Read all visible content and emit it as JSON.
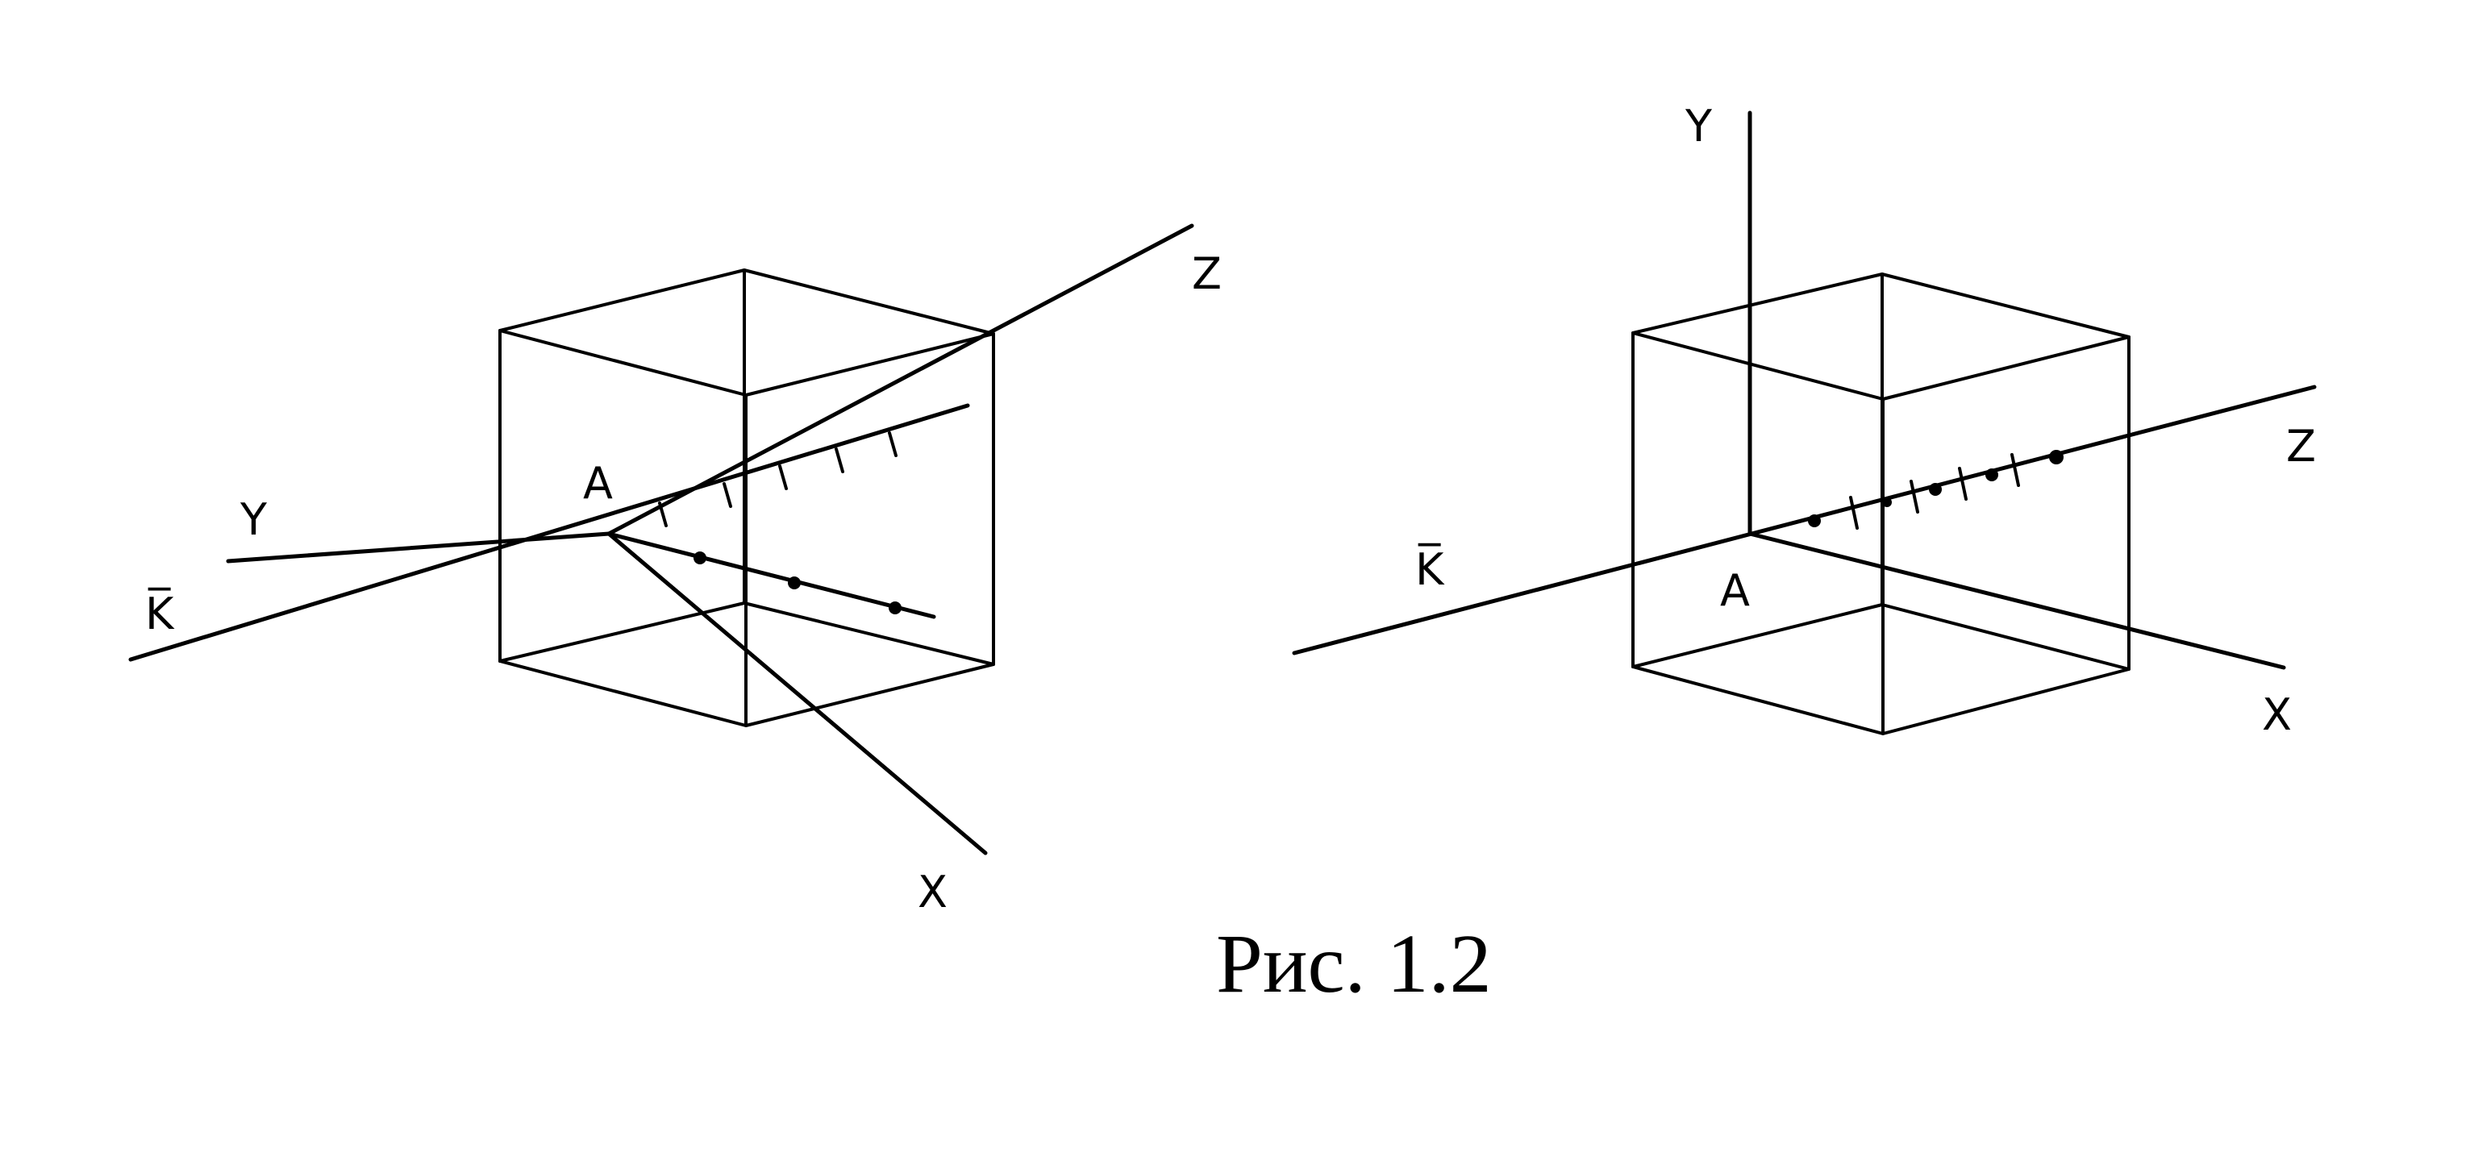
{
  "figure": {
    "caption": "Рис. 1.2",
    "left_panel": {
      "labels": {
        "point": "A",
        "y_axis": "Y",
        "z_axis": "Z",
        "x_axis": "X",
        "k_vector": "K̅"
      }
    },
    "right_panel": {
      "labels": {
        "point": "A",
        "y_axis": "Y",
        "z_axis": "Z",
        "x_axis": "X",
        "k_vector": "K̅"
      }
    }
  }
}
